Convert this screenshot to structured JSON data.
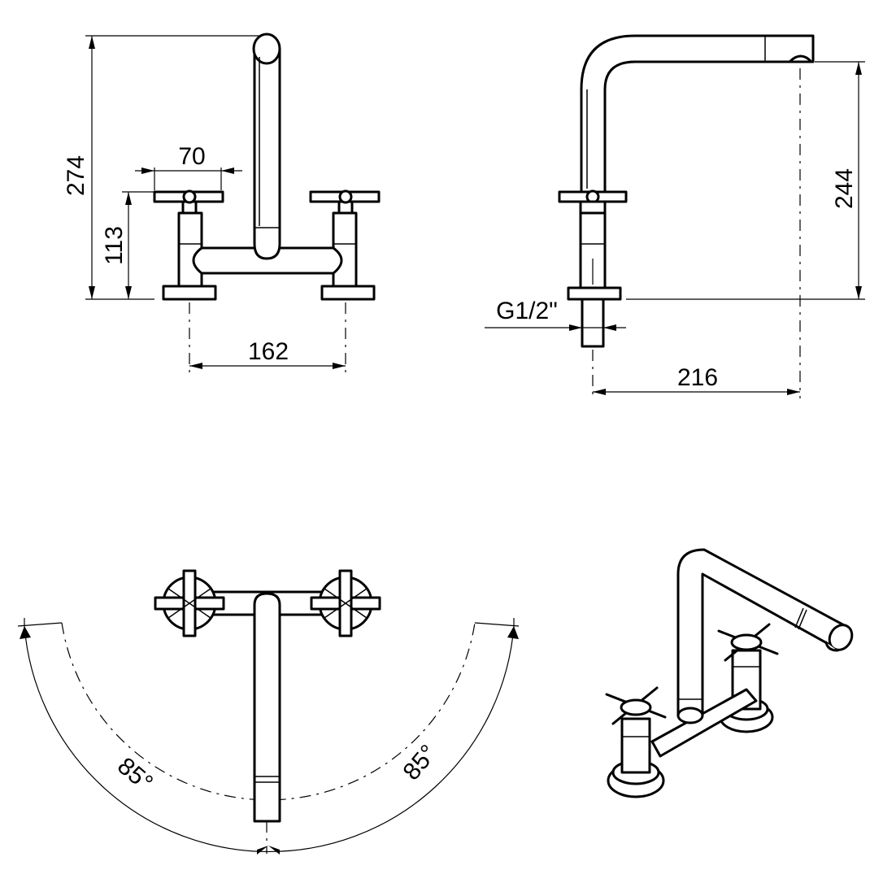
{
  "dimensions": {
    "height_total": "274",
    "height_handles": "113",
    "handle_width": "70",
    "center_distance": "162",
    "height_outlet": "244",
    "connection_thread": "G1/2\"",
    "spout_reach": "216"
  },
  "swivel": {
    "left_angle": "85°",
    "right_angle": "85°"
  }
}
